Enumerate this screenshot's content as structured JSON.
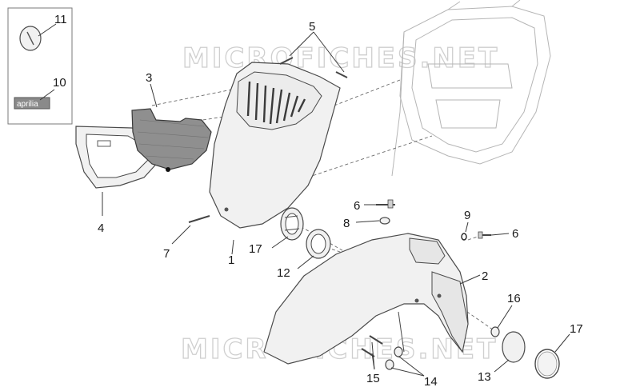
{
  "watermark": "MICROFICHES.NET",
  "inset": {
    "label_11": "11",
    "label_10": "10",
    "badge_text": "aprilia"
  },
  "callouts": {
    "c1": "1",
    "c2": "2",
    "c3": "3",
    "c4": "4",
    "c5": "5",
    "c6a": "6",
    "c6b": "6",
    "c7": "7",
    "c8": "8",
    "c9": "9",
    "c12": "12",
    "c13": "13",
    "c14": "14",
    "c15": "15",
    "c16": "16",
    "c17a": "17",
    "c17b": "17"
  }
}
